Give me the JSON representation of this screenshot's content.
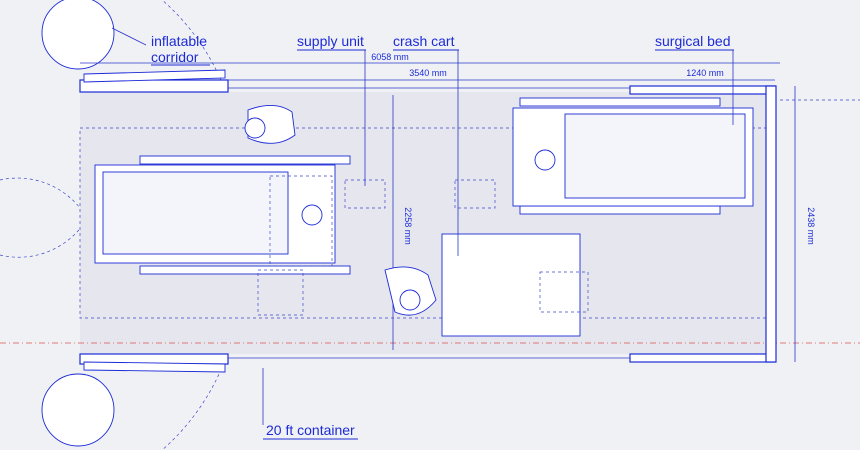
{
  "labels": {
    "inflatable_corridor_line1": "inflatable",
    "inflatable_corridor_line2": "corridor",
    "supply_unit": "supply unit",
    "crash_cart": "crash cart",
    "surgical_bed": "surgical bed",
    "container": "20 ft container"
  },
  "dimensions": {
    "overall_length": "6058 mm",
    "interior_length": "3540 mm",
    "right_bay": "1240 mm",
    "interior_width": "2258 mm",
    "overall_width": "2438 mm"
  },
  "colors": {
    "ink": "#1c2bd6",
    "background": "#f0f1f5",
    "floor": "#e6e7ee",
    "centerline": "#d9534f"
  }
}
